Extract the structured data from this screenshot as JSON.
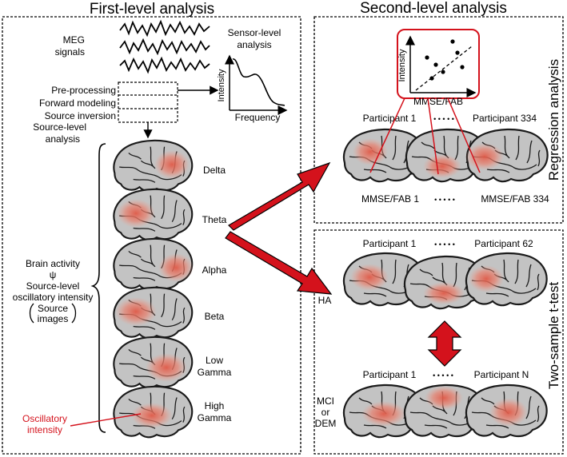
{
  "panels": {
    "first_title": "First-level analysis",
    "second_title": "Second-level analysis"
  },
  "first_level": {
    "meg_line1": "MEG",
    "meg_line2": "signals",
    "preproc": [
      "Pre-processing",
      "Forward modeling",
      "Source inversion"
    ],
    "sensor_line1": "Sensor-level",
    "sensor_line2": "analysis",
    "plot_y": "Intensity",
    "plot_x": "Frequency",
    "source_line1": "Source-level",
    "source_line2": "analysis",
    "bands": [
      {
        "label": "Delta"
      },
      {
        "label": "Theta"
      },
      {
        "label": "Alpha"
      },
      {
        "label": "Beta"
      },
      {
        "label": "Low",
        "label2": "Gamma"
      },
      {
        "label": "High",
        "label2": "Gamma"
      }
    ],
    "brain_activity": "Brain activity",
    "approx": "ψ",
    "osc1": "Source-level",
    "osc2": "oscillatory intensity",
    "source_images1": "Source",
    "source_images2": "images",
    "osc_int1": "Oscillatory",
    "osc_int2": "intensity"
  },
  "regression": {
    "side_label": "Regression analysis",
    "scatter_y": "Intensity",
    "scatter_x": "MMSE/FAB",
    "p_first": "Participant 1",
    "p_dots": "• • • • •",
    "p_last": "Participant 334",
    "m_first": "MMSE/FAB 1",
    "m_dots": "• • • • •",
    "m_last": "MMSE/FAB 334"
  },
  "ttest": {
    "side_label": "Two-sample t-test",
    "g1_first": "Participant 1",
    "g1_dots": "• • • • •",
    "g1_last": "Participant 62",
    "ha": "HA",
    "g2_first": "Participant 1",
    "g2_dots": "• • • • •",
    "g2_last": "Participant N",
    "grp2_l1": "MCI",
    "grp2_l2": "or",
    "grp2_l3": "DEM"
  },
  "colors": {
    "brain_fill": "#c3c3c3",
    "hotspot": "#e8786a",
    "accent_red": "#d4121c"
  }
}
